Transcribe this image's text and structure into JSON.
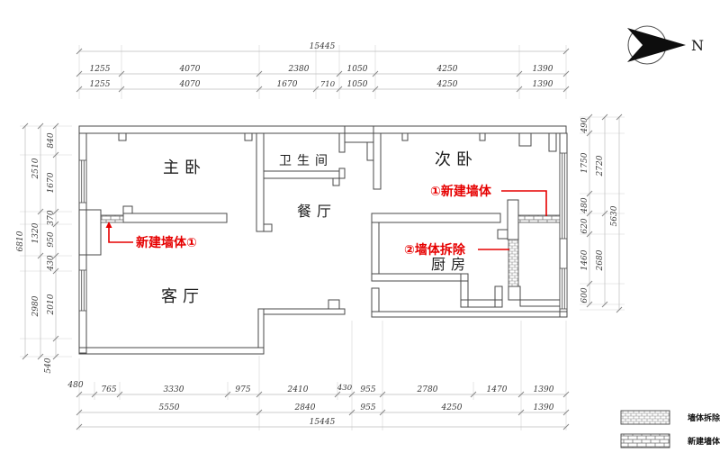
{
  "compass": {
    "n": "N"
  },
  "rooms": {
    "master_bedroom": "主卧",
    "bathroom": "卫生间",
    "dining": "餐厅",
    "second_bedroom": "次卧",
    "kitchen": "厨房",
    "living_room": "客厅"
  },
  "annotations": {
    "new_wall_left": "新建墙体①",
    "new_wall_right": "①新建墙体",
    "demolish_wall": "②墙体拆除"
  },
  "legend": {
    "demolish": "墙体拆除",
    "new": "新建墙体"
  },
  "colors": {
    "annotation_red": "#e60000",
    "wall_line": "#4a4a4a"
  },
  "dims": {
    "top": {
      "total": "15445",
      "row2": [
        "1255",
        "4070",
        "2380",
        "1050",
        "4250",
        "1390"
      ],
      "row3": [
        "1255",
        "4070",
        "1670",
        "710",
        "1050",
        "4250",
        "1390"
      ]
    },
    "bottom": {
      "row1": [
        "480",
        "765",
        "3330",
        "975",
        "2410",
        "430",
        "955",
        "2780",
        "1470",
        "1390"
      ],
      "row2": [
        "5550",
        "2840",
        "955",
        "4250",
        "1390"
      ],
      "total": "15445"
    },
    "left": {
      "inner": [
        "840",
        "1670",
        "370",
        "950",
        "430",
        "2010",
        "540"
      ],
      "middle": [
        "2510",
        "1320",
        "2980"
      ],
      "outer": "6810"
    },
    "right": {
      "inner": [
        "490",
        "1750",
        "480",
        "620",
        "1460",
        "600"
      ],
      "middle": [
        "2720",
        "2680"
      ],
      "outer": "5630"
    }
  }
}
